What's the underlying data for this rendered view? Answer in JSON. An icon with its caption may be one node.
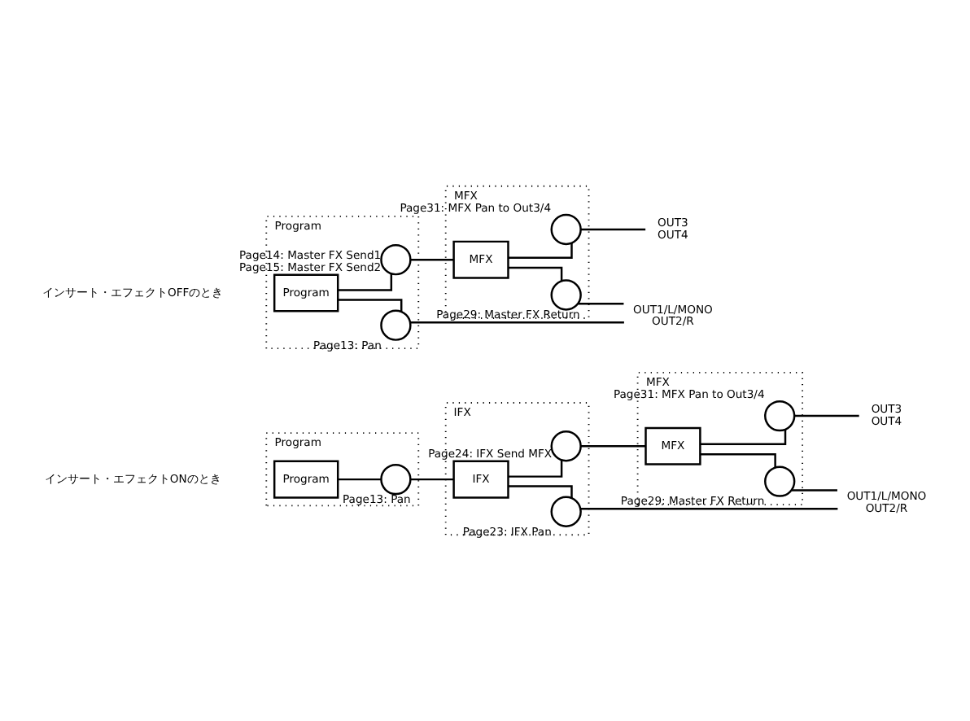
{
  "diagram": {
    "nodes": [
      {
        "text": [
          "Program"
        ]
      },
      {
        "text": [
          "Program"
        ],
        "in": 0
      },
      {
        "text": [],
        "shape": "circle",
        "in": 0,
        "beside": [
          "Page13: Pan"
        ]
      },
      {
        "text": [
          "IFX"
        ]
      },
      {
        "text": [
          "IFX"
        ],
        "in": 3
      },
      {
        "text": [],
        "shape": "circle",
        "in": 3,
        "beside": [
          "Page23: IFX Pan"
        ]
      },
      {
        "text": [],
        "shape": "circle",
        "in": 3,
        "beside": [
          "Page24: IFX Send MFX"
        ]
      },
      {
        "text": [
          "MFX"
        ]
      },
      {
        "text": [],
        "shape": "circle",
        "in": 7,
        "beside": [
          "Page29: Master FX Return"
        ]
      },
      {
        "text": [
          "MFX"
        ],
        "in": 7
      },
      {
        "text": [],
        "shape": "circle",
        "in": 7,
        "beside": [
          "Page31: MFX Pan to Out3/4"
        ]
      },
      {
        "text": [
          "OUT1/L/MONO",
          "OUT2/R"
        ]
      },
      {
        "text": [
          "OUT3",
          "OUT4"
        ]
      },
      {
        "text": [
          "Program"
        ]
      },
      {
        "text": [
          "Program"
        ],
        "in": 13
      },
      {
        "text": [],
        "shape": "circle",
        "in": 13,
        "beside": [
          "Page13: Pan"
        ]
      },
      {
        "text": [],
        "shape": "circle",
        "in": 13,
        "beside": [
          "Page14: Master FX Send1",
          "Page15: Master FX Send2"
        ]
      },
      {
        "text": [
          "MFX"
        ]
      },
      {
        "text": [],
        "shape": "circle",
        "in": 17,
        "beside": [
          "Page29: Master FX Return"
        ]
      },
      {
        "text": [
          "MFX"
        ],
        "in": 17
      },
      {
        "text": [],
        "shape": "circle",
        "in": 17,
        "beside": [
          "Page31: MFX Pan to Out3/4"
        ]
      },
      {
        "text": [
          "OUT1/L/MONO",
          "OUT2/R"
        ]
      },
      {
        "text": [
          "OUT3",
          "OUT4"
        ]
      }
    ],
    "edges": [
      {
        "from": 1,
        "to": 2,
        "arrow": "none"
      },
      {
        "from": 2,
        "to": 4,
        "arrow": "none"
      },
      {
        "from": 4,
        "to": 5,
        "arrow": "none"
      },
      {
        "from": 4,
        "to": 6,
        "arrow": "none"
      },
      {
        "from": 5,
        "to": 11,
        "arrow": "none"
      },
      {
        "from": 6,
        "to": 9,
        "arrow": "none"
      },
      {
        "from": 9,
        "to": 8,
        "arrow": "none"
      },
      {
        "from": 8,
        "to": 11,
        "arrow": "none"
      },
      {
        "from": 9,
        "to": 10,
        "arrow": "none"
      },
      {
        "from": 10,
        "to": 12,
        "arrow": "none"
      },
      {
        "from": 14,
        "to": 15,
        "arrow": "none"
      },
      {
        "from": 14,
        "to": 16,
        "arrow": "none"
      },
      {
        "from": 15,
        "to": 21,
        "arrow": "none"
      },
      {
        "from": 16,
        "to": 19,
        "arrow": "none"
      },
      {
        "from": 19,
        "to": 18,
        "arrow": "none"
      },
      {
        "from": 18,
        "to": 21,
        "arrow": "none"
      },
      {
        "from": 19,
        "to": 20,
        "arrow": "none"
      },
      {
        "from": 20,
        "to": 22,
        "arrow": "none"
      }
    ],
    "labels": [
      "インサート・エフェクトONのとき",
      "インサート・エフェクトOFFのとき"
    ]
  }
}
